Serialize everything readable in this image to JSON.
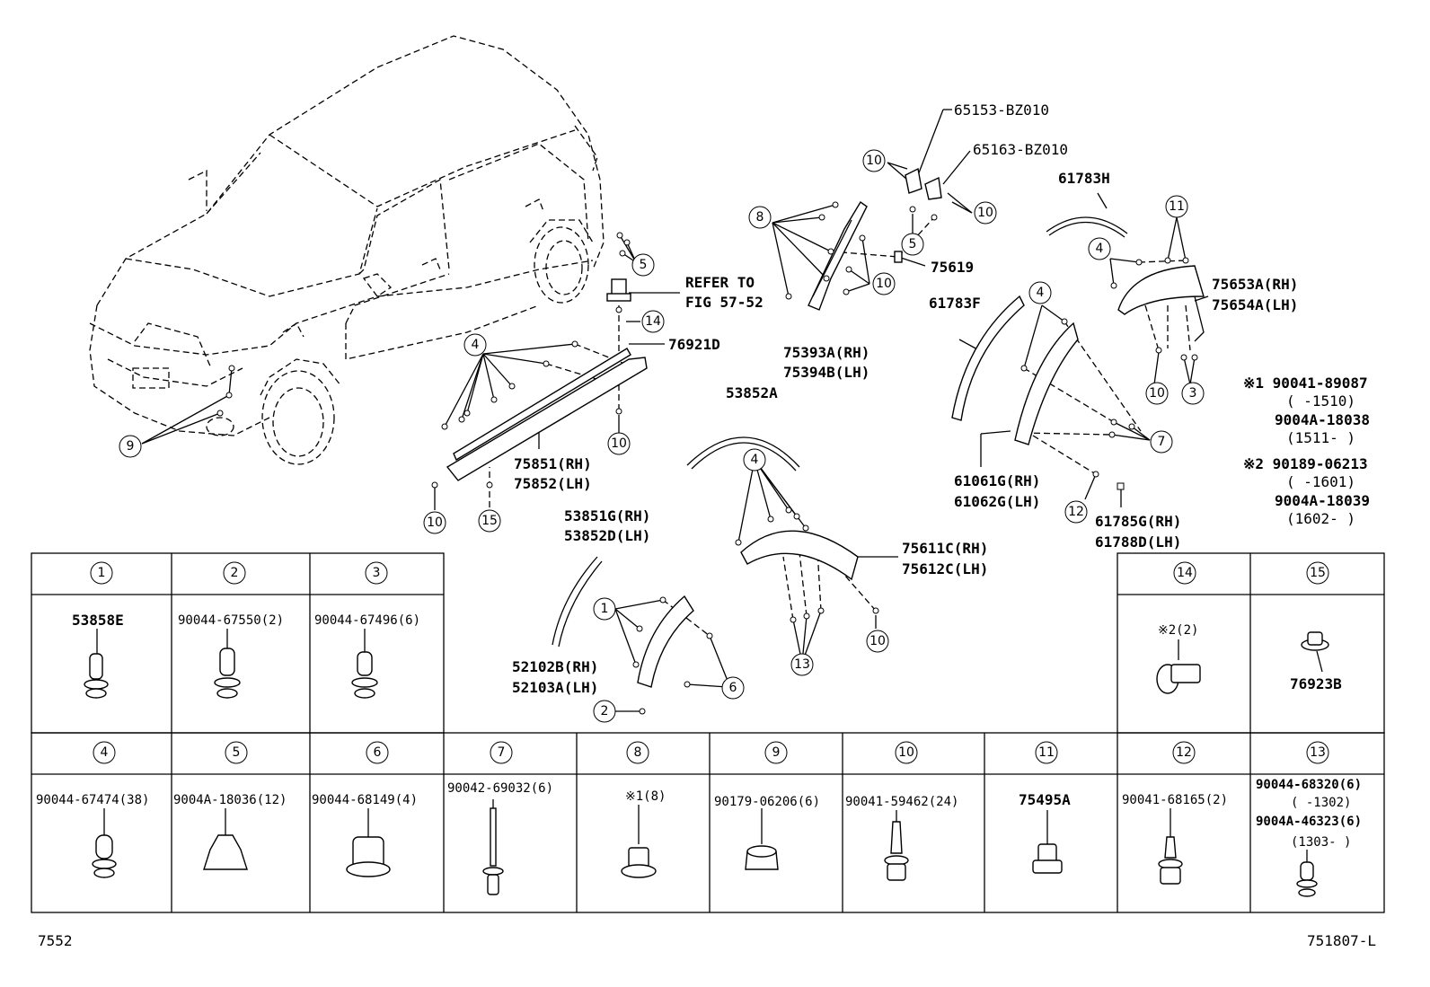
{
  "callouts": [
    {
      "id": "c1",
      "n": "1"
    },
    {
      "id": "c2",
      "n": "2"
    },
    {
      "id": "c3",
      "n": "3"
    },
    {
      "id": "c4a",
      "n": "4"
    },
    {
      "id": "c4b",
      "n": "4"
    },
    {
      "id": "c4c",
      "n": "4"
    },
    {
      "id": "c4d",
      "n": "4"
    },
    {
      "id": "c5a",
      "n": "5"
    },
    {
      "id": "c5b",
      "n": "5"
    },
    {
      "id": "c6",
      "n": "6"
    },
    {
      "id": "c7",
      "n": "7"
    },
    {
      "id": "c8",
      "n": "8"
    },
    {
      "id": "c9",
      "n": "9"
    },
    {
      "id": "c10a",
      "n": "10"
    },
    {
      "id": "c10b",
      "n": "10"
    },
    {
      "id": "c10c",
      "n": "10"
    },
    {
      "id": "c10d",
      "n": "10"
    },
    {
      "id": "c10e",
      "n": "10"
    },
    {
      "id": "c10f",
      "n": "10"
    },
    {
      "id": "c10g",
      "n": "10"
    },
    {
      "id": "c11",
      "n": "11"
    },
    {
      "id": "c12",
      "n": "12"
    },
    {
      "id": "c13",
      "n": "13"
    },
    {
      "id": "c14",
      "n": "14"
    },
    {
      "id": "c15",
      "n": "15"
    }
  ],
  "labels": {
    "p65153": "65153-BZ010",
    "p65163": "65163-BZ010",
    "p61783h": "61783H",
    "p75619": "75619",
    "refer1": "REFER TO",
    "refer2": "FIG 57-52",
    "p76921d": "76921D",
    "p75393a": "75393A(RH)",
    "p75394b": "75394B(LH)",
    "p61783f": "61783F",
    "p75653a": "75653A(RH)",
    "p75654a": "75654A(LH)",
    "p53852a": "53852A",
    "p75851": "75851(RH)",
    "p75852": "75852(LH)",
    "p53851g": "53851G(RH)",
    "p53852d": "53852D(LH)",
    "p75611c": "75611C(RH)",
    "p75612c": "75612C(LH)",
    "p61061g": "61061G(RH)",
    "p61062g": "61062G(LH)",
    "p61785g": "61785G(RH)",
    "p61788d": "61788D(LH)",
    "p52102b": "52102B(RH)",
    "p52103a": "52103A(LH)"
  },
  "notes": {
    "n1a": "※1 90041-89087",
    "n1b": "(      -1510)",
    "n1c": "9004A-18038",
    "n1d": "(1511-      )",
    "n2a": "※2 90189-06213",
    "n2b": "(      -1601)",
    "n2c": "9004A-18039",
    "n2d": "(1602-      )"
  },
  "table": {
    "cells": {
      "t1": {
        "n": "1",
        "pn": "53858E"
      },
      "t2": {
        "n": "2",
        "pn": "90044-67550(2)"
      },
      "t3": {
        "n": "3",
        "pn": "90044-67496(6)"
      },
      "t14": {
        "n": "14",
        "pn": "※2(2)"
      },
      "t15": {
        "n": "15",
        "pn": "76923B"
      },
      "t4": {
        "n": "4",
        "pn": "90044-67474(38)"
      },
      "t5": {
        "n": "5",
        "pn": "9004A-18036(12)"
      },
      "t6": {
        "n": "6",
        "pn": "90044-68149(4)"
      },
      "t7": {
        "n": "7",
        "pn": "90042-69032(6)"
      },
      "t8": {
        "n": "8",
        "pn": "※1(8)"
      },
      "t9": {
        "n": "9",
        "pn": "90179-06206(6)"
      },
      "t10": {
        "n": "10",
        "pn": "90041-59462(24)"
      },
      "t11": {
        "n": "11",
        "pn": "75495A"
      },
      "t12": {
        "n": "12",
        "pn": "90041-68165(2)"
      },
      "t13": {
        "n": "13",
        "pn": "90044-68320(6)",
        "sub1": "(      -1302)",
        "sub2": "9004A-46323(6)",
        "sub3": "(1303-      )"
      }
    }
  },
  "footer": {
    "left": "7552",
    "right": "751807-L"
  },
  "icons": [
    "car-outline-icon",
    "clip-icon",
    "bolt-icon",
    "rivet-icon",
    "nut-icon",
    "screw-icon",
    "grommet-icon"
  ]
}
